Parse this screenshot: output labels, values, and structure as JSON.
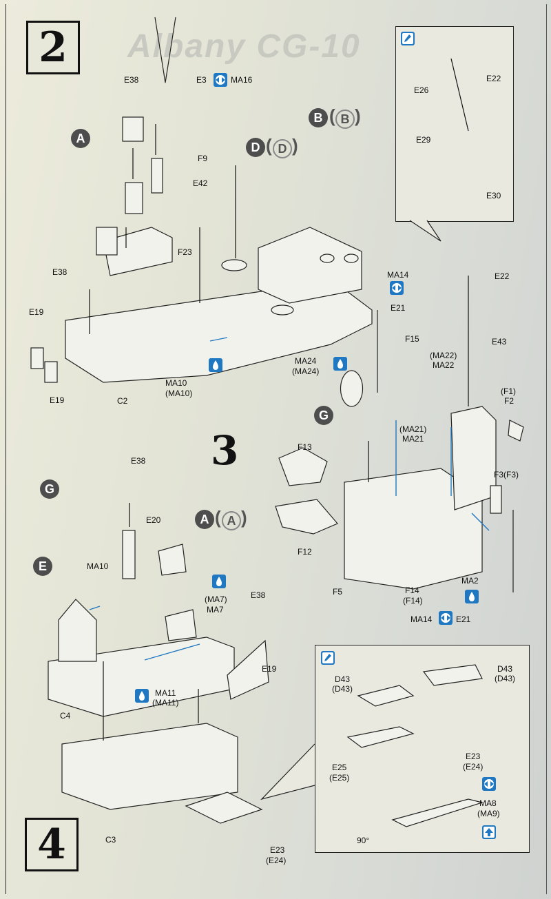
{
  "steps": {
    "s2": "2",
    "s3": "3",
    "s4": "4"
  },
  "watermark": "Albany CG-10",
  "subassembly_letters": {
    "A": "A",
    "B": "B",
    "D": "D",
    "G": "G",
    "E": "E"
  },
  "labels": {
    "e38_top": "E38",
    "e3": "E3",
    "ma16": "MA16",
    "f9": "F9",
    "e42": "E42",
    "f23": "F23",
    "e38_mid": "E38",
    "e19_top": "E19",
    "e19_low": "E19",
    "c2": "C2",
    "ma10_a": "MA10",
    "ma10_b": "(MA10)",
    "ma24_a": "MA24",
    "ma24_b": "(MA24)",
    "e22_inset": "E22",
    "e26": "E26",
    "e29": "E29",
    "e30": "E30",
    "e22_main": "E22",
    "ma14_top": "MA14",
    "e21_top": "E21",
    "e43": "E43",
    "f15": "F15",
    "ma22_a": "(MA22)",
    "ma22_b": "MA22",
    "f1": "(F1)",
    "f2": "F2",
    "ma21_a": "(MA21)",
    "ma21_b": "MA21",
    "f13": "F13",
    "f3": "F3(F3)",
    "f12": "F12",
    "f5": "F5",
    "f14_a": "F14",
    "f14_b": "(F14)",
    "ma2": "MA2",
    "ma14_bot": "MA14",
    "e21_bot": "E21",
    "e38_s4": "E38",
    "e20": "E20",
    "ma10_s4": "MA10",
    "ma7_a": "(MA7)",
    "ma7_b": "MA7",
    "e38_s4b": "E38",
    "ma11_a": "MA11",
    "ma11_b": "(MA11)",
    "c4": "C4",
    "e19_s4": "E19",
    "c3": "C3",
    "e23_a": "E23",
    "e23_b": "(E24)",
    "d43_l_a": "D43",
    "d43_l_b": "(D43)",
    "d43_r_a": "D43",
    "d43_r_b": "(D43)",
    "e23_in_a": "E23",
    "e23_in_b": "(E24)",
    "e25_a": "E25",
    "e25_b": "(E25)",
    "ma8_a": "MA8",
    "ma8_b": "(MA9)",
    "angle": "90°"
  },
  "icons": {
    "paint_drop": "paint-drop-icon",
    "mirror": "mirror-icon",
    "note": "note-icon",
    "up": "up-arrow-icon"
  }
}
